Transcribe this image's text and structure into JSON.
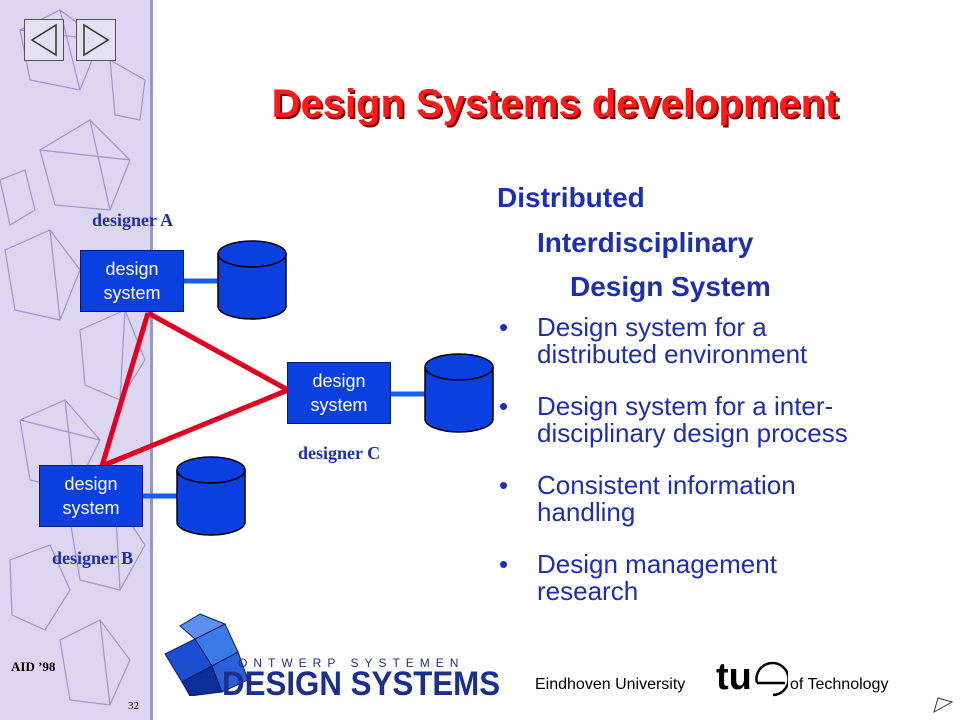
{
  "nav": {
    "prev_icon": "triangle-left-outline",
    "next_icon": "triangle-right-outline"
  },
  "title": "Design Systems development",
  "headings": [
    "Distributed",
    "Interdisciplinary",
    "Design System"
  ],
  "bullets": [
    [
      "Design system for a",
      "distributed environment"
    ],
    [
      "Design system for a inter-",
      "disciplinary design process"
    ],
    [
      "Consistent information",
      "handling"
    ],
    [
      "Design management",
      "research"
    ]
  ],
  "diagram": {
    "box_line1": "design",
    "box_line2": "system",
    "designers": [
      "designer A",
      "designer B",
      "designer C"
    ],
    "colors": {
      "box": "#0a3fe0",
      "link": "#e00020",
      "connector": "#1060ff"
    }
  },
  "footer": {
    "conference": "AID ’98",
    "page_number": "32",
    "logo_top": "ONTWERP SYSTEMEN",
    "logo_main": "DESIGN SYSTEMS",
    "university_left": "Eindhoven University",
    "university_logo": "tu/e",
    "university_right": "of Technology"
  },
  "colors": {
    "title": "#ff1a1a",
    "text": "#1c2fb0",
    "sidebar": "#dcd6f0"
  }
}
